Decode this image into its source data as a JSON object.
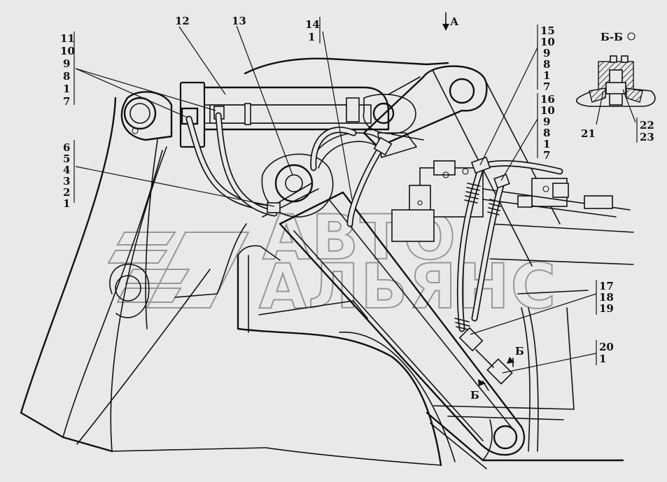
{
  "watermark": {
    "line1": "АВТО",
    "line2": "АЛЬЯНС"
  },
  "view_arrow": {
    "label": "А"
  },
  "section": {
    "title": "Б-Б",
    "cut_label": "Б"
  },
  "callouts": {
    "g11": [
      "11",
      "10",
      "9",
      "8",
      "1",
      "7"
    ],
    "g6": [
      "6",
      "5",
      "4",
      "3",
      "2",
      "1"
    ],
    "g12": [
      "12"
    ],
    "g13": [
      "13"
    ],
    "g14": [
      "14",
      "1"
    ],
    "g15": [
      "15",
      "10",
      "9",
      "8",
      "1",
      "7"
    ],
    "g16": [
      "16",
      "10",
      "9",
      "8",
      "1",
      "7"
    ],
    "g17": [
      "17",
      "18",
      "19"
    ],
    "g20": [
      "20",
      "1"
    ],
    "g21": [
      "21"
    ],
    "g22": [
      "22",
      "23"
    ]
  }
}
